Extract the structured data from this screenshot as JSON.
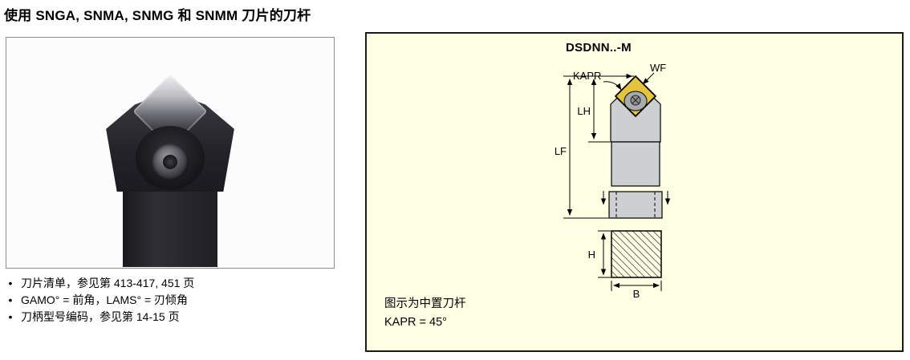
{
  "page": {
    "title": "使用 SNGA, SNMA, SNMG 和 SNMM 刀片的刀杆"
  },
  "notes": {
    "bullet": "•",
    "items": [
      "刀片清单，参见第 413-417, 451 页",
      "GAMO° = 前角，LAMS° = 刃倾角",
      "刀柄型号编码，参见第 14-15 页"
    ]
  },
  "panel": {
    "model": "DSDNN..-M",
    "labels": {
      "kapr": "KAPR",
      "wf": "WF",
      "lh": "LH",
      "lf": "LF",
      "h": "H",
      "b": "B"
    },
    "captions": [
      "图示为中置刀杆",
      "KAPR = 45°"
    ],
    "colors": {
      "panel_bg": "#FFFFE4",
      "insert": "#E4C33F",
      "steel": "#CDD0D0",
      "clamp": "#A8ACAD"
    }
  }
}
